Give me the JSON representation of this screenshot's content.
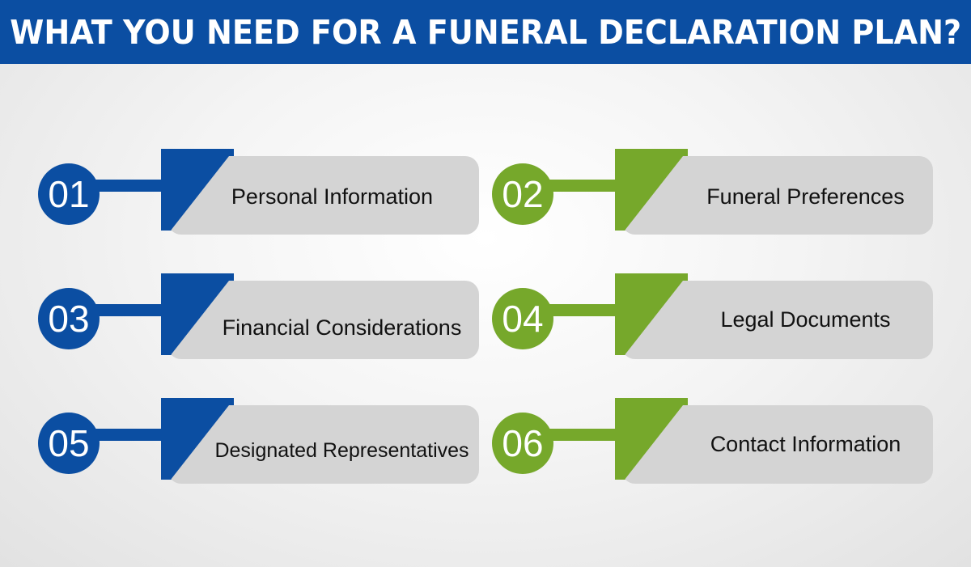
{
  "header": {
    "title": "WHAT YOU NEED FOR A FUNERAL DECLARATION PLAN?"
  },
  "colors": {
    "blue": "#0b4ea2",
    "green": "#76a82b",
    "card_gray": "#d4d4d4"
  },
  "items": [
    {
      "number": "01",
      "label": "Personal Information",
      "color": "blue"
    },
    {
      "number": "02",
      "label": "Funeral Preferences",
      "color": "green"
    },
    {
      "number": "03",
      "label": "Financial Considerations",
      "color": "blue"
    },
    {
      "number": "04",
      "label": "Legal Documents",
      "color": "green"
    },
    {
      "number": "05",
      "label": "Designated Representatives",
      "color": "blue"
    },
    {
      "number": "06",
      "label": "Contact Information",
      "color": "green"
    }
  ]
}
